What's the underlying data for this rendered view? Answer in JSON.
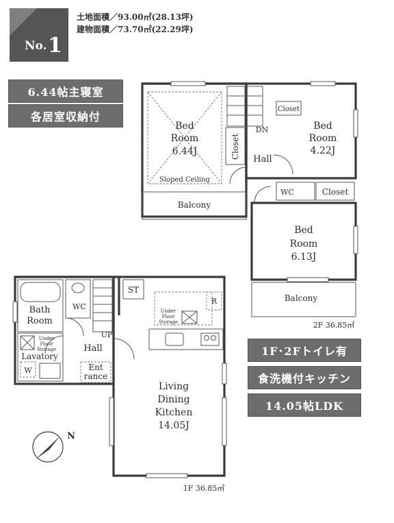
{
  "listing": {
    "number_label": "No.",
    "number": "1",
    "land_area": "土地面積／93.00㎡(28.13坪)",
    "building_area": "建物面積／73.70㎡(22.29坪)"
  },
  "tags": {
    "left": [
      "6.44帖主寝室",
      "各居室収納付"
    ],
    "right": [
      "1F･2Fトイレ有",
      "食洗機付キッチン",
      "14.05帖LDK"
    ]
  },
  "floor2": {
    "total": "2F 36.85㎡",
    "bed1": {
      "line1": "Bed",
      "line2": "Room",
      "line3": "6.44J"
    },
    "sloped_ceiling": "Sloped Ceiling",
    "closet_a": "Closet",
    "dn": "DN",
    "hall": "Hall",
    "closet_b": "Closet",
    "bed2": {
      "line1": "Bed",
      "line2": "Room",
      "line3": "4.22J"
    },
    "wc": "WC",
    "closet_c": "Closet",
    "balcony_a": "Balcony",
    "bed3": {
      "line1": "Bed",
      "line2": "Room",
      "line3": "6.13J"
    },
    "balcony_b": "Balcony"
  },
  "floor1": {
    "total": "1F 36.85㎡",
    "bath": {
      "line1": "Bath",
      "line2": "Room"
    },
    "wc": "WC",
    "st": "ST",
    "r": "R",
    "under_floor_a": {
      "line1": "Under",
      "line2": "Floor",
      "line3": "Storage"
    },
    "up": "UP",
    "hall": "Hall",
    "under_floor_b": {
      "line1": "Under",
      "line2": "Floor",
      "line3": "Storage"
    },
    "lavatory": "Lavatory",
    "w": "W",
    "entrance": {
      "line1": "Ent",
      "line2": "rance"
    },
    "ldk": {
      "line1": "Living",
      "line2": "Dining",
      "line3": "Kitchen",
      "line4": "14.05J"
    }
  },
  "compass": {
    "north": "N"
  },
  "colors": {
    "badge": "#6d6d6d",
    "tag": "#6d6d6d",
    "wall": "#3a3a3a"
  }
}
